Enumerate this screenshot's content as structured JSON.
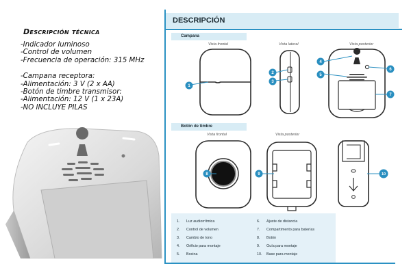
{
  "specs": {
    "title": "Descripción técnica",
    "items": [
      "-Indicador luminoso",
      "-Control de volumen",
      "-Frecuencia de operación: 315 MHz",
      "-Campana receptora:",
      "-Alimentación: 3 V (2 x AA)",
      "-Botón de timbre transmisor:",
      "-Alimentación: 12 V (1 x 23A)",
      "-NO INCLUYE PILAS"
    ]
  },
  "panel": {
    "title": "DESCRIPCIÓN",
    "campana": {
      "label": "Campana",
      "views": [
        "Vista frontal",
        "Vista lateral",
        "Vista posterior"
      ]
    },
    "boton": {
      "label": "Botón de timbre",
      "views": [
        "Vista frontal",
        "Vista posterior"
      ]
    },
    "callouts": [
      "1",
      "2",
      "3",
      "4",
      "5",
      "6",
      "7",
      "8",
      "9",
      "10"
    ],
    "legend": [
      {
        "num": "1.",
        "text": "Luz audiorrítmica"
      },
      {
        "num": "2.",
        "text": "Control de volumen"
      },
      {
        "num": "3.",
        "text": "Cambio de tono"
      },
      {
        "num": "4.",
        "text": "Orificio para montaje"
      },
      {
        "num": "5.",
        "text": "Bocina"
      },
      {
        "num": "6.",
        "text": "Ajuste de distancia"
      },
      {
        "num": "7.",
        "text": "Compartimento para baterías"
      },
      {
        "num": "8.",
        "text": "Botón"
      },
      {
        "num": "9.",
        "text": "Guía para montaje"
      },
      {
        "num": "10.",
        "text": "Base para montaje"
      }
    ]
  },
  "colors": {
    "accent": "#2a91c3",
    "callout": "#2a8fc0",
    "header_bg": "#d8ecf5"
  }
}
